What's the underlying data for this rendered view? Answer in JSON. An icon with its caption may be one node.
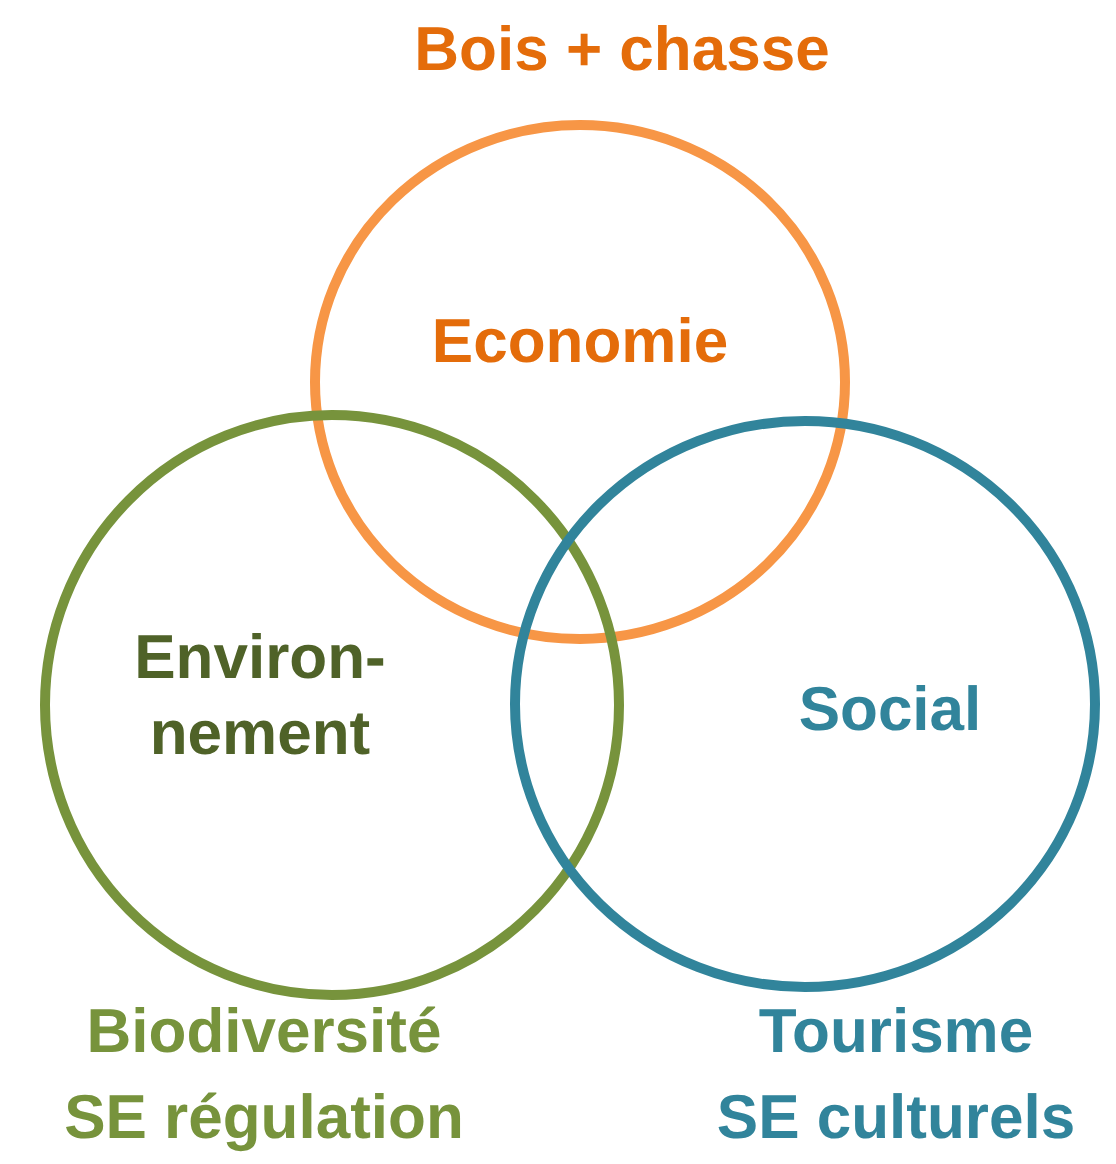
{
  "diagram": {
    "nodes": [
      {
        "text": [
          "Economie"
        ],
        "beside": [
          "Bois + chasse"
        ]
      },
      {
        "text": [
          "Environ- nement"
        ],
        "beside": [
          "Biodiversité",
          "SE régulation"
        ]
      },
      {
        "text": [
          "Social"
        ],
        "beside": [
          "Tourisme",
          "SE culturels"
        ]
      }
    ]
  }
}
